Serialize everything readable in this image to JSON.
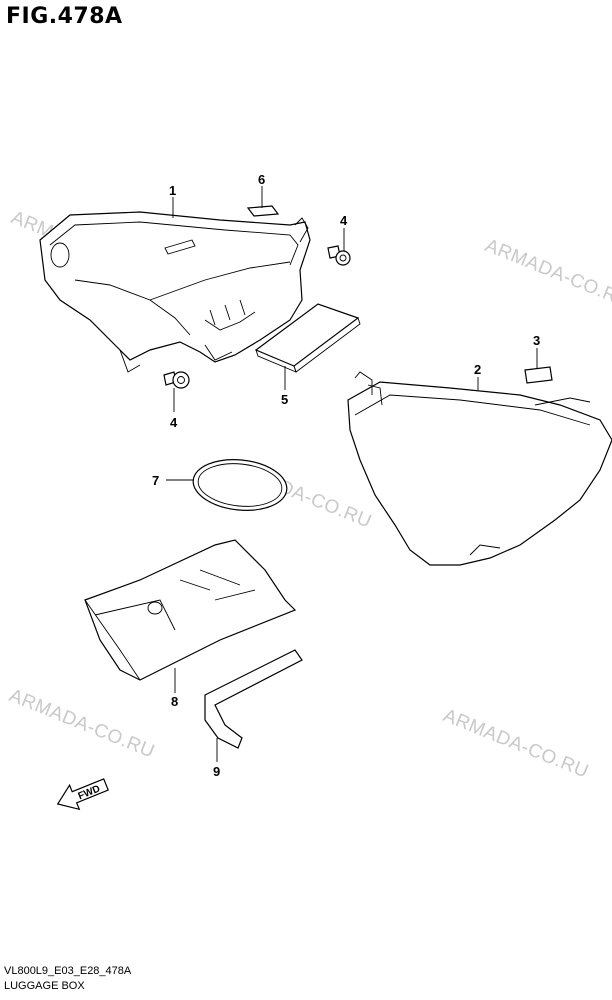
{
  "figure_title": "FIG.478A",
  "watermark": "ARMADA-CO.RU",
  "footer": {
    "code": "VL800L9_E03_E28_478A",
    "name": "LUGGAGE BOX"
  },
  "fwd_label": "FWD",
  "callouts": {
    "c1": "1",
    "c2": "2",
    "c3": "3",
    "c4a": "4",
    "c4b": "4",
    "c5": "5",
    "c6": "6",
    "c7": "7",
    "c8": "8",
    "c9": "9"
  }
}
